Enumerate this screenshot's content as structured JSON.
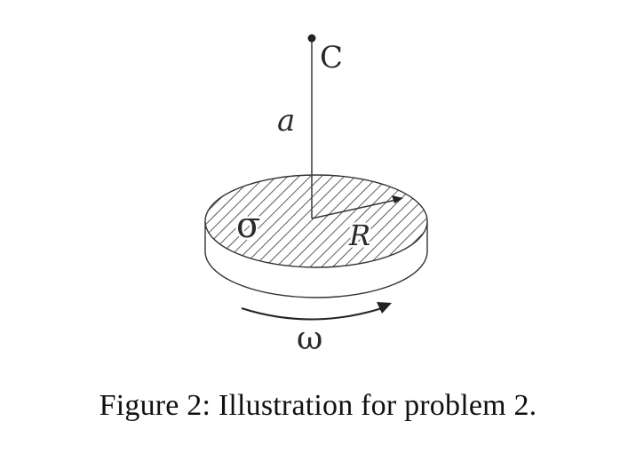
{
  "figure": {
    "labels": {
      "point": "C",
      "distance": "a",
      "charge_density": "σ",
      "radius": "R",
      "angular_velocity": "ω"
    },
    "caption": "Figure 2: Illustration for problem 2."
  }
}
